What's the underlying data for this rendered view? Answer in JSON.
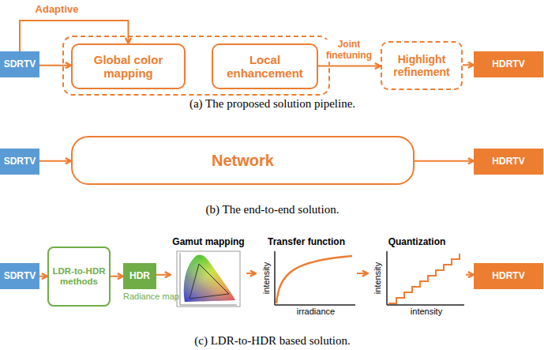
{
  "diagram": {
    "nodes": [
      {
        "text": [
          "SDRTV"
        ]
      },
      {
        "text": [
          "Global color mapping"
        ]
      },
      {
        "text": [
          "Local enhancement"
        ]
      },
      {
        "text": [
          "Highlight refinement"
        ]
      },
      {
        "text": [
          "HDRTV"
        ]
      },
      {
        "text": [
          "SDRTV"
        ]
      },
      {
        "text": [
          "Network"
        ]
      },
      {
        "text": [
          "HDRTV"
        ]
      },
      {
        "text": [
          "SDRTV"
        ]
      },
      {
        "text": [
          "LDR-to-HDR methods"
        ]
      },
      {
        "text": [
          "HDR",
          "Radiance map"
        ]
      },
      {
        "text": [
          "Gamut mapping"
        ]
      },
      {
        "text": [
          "Transfer function"
        ]
      },
      {
        "text": [
          "Quantization"
        ]
      },
      {
        "text": [
          "HDRTV"
        ]
      }
    ],
    "edges": [
      {
        "from": 0,
        "to": 1,
        "arrow": "to",
        "label": "Adaptive"
      },
      {
        "from": 0,
        "to": 1,
        "arrow": "to"
      },
      {
        "from": 2,
        "to": 3,
        "arrow": "to",
        "label": "Joint finetuning"
      },
      {
        "from": 3,
        "to": 4,
        "arrow": "to"
      },
      {
        "from": 5,
        "to": 6,
        "arrow": "to"
      },
      {
        "from": 6,
        "to": 7,
        "arrow": "to"
      },
      {
        "from": 8,
        "to": 9,
        "arrow": "to"
      },
      {
        "from": 9,
        "to": 10,
        "arrow": "to"
      },
      {
        "from": 10,
        "to": 11,
        "arrow": "to"
      },
      {
        "from": 11,
        "to": 12,
        "arrow": "to"
      },
      {
        "from": 12,
        "to": 13,
        "arrow": "to"
      },
      {
        "from": 13,
        "to": 14,
        "arrow": "to"
      }
    ],
    "labels": [
      "(a) The proposed solution pipeline.",
      "(b) The end-to-end solution.",
      "(c) LDR-to-HDR based solution.",
      "intensity",
      "irradiance",
      "intensity",
      "intensity"
    ]
  }
}
